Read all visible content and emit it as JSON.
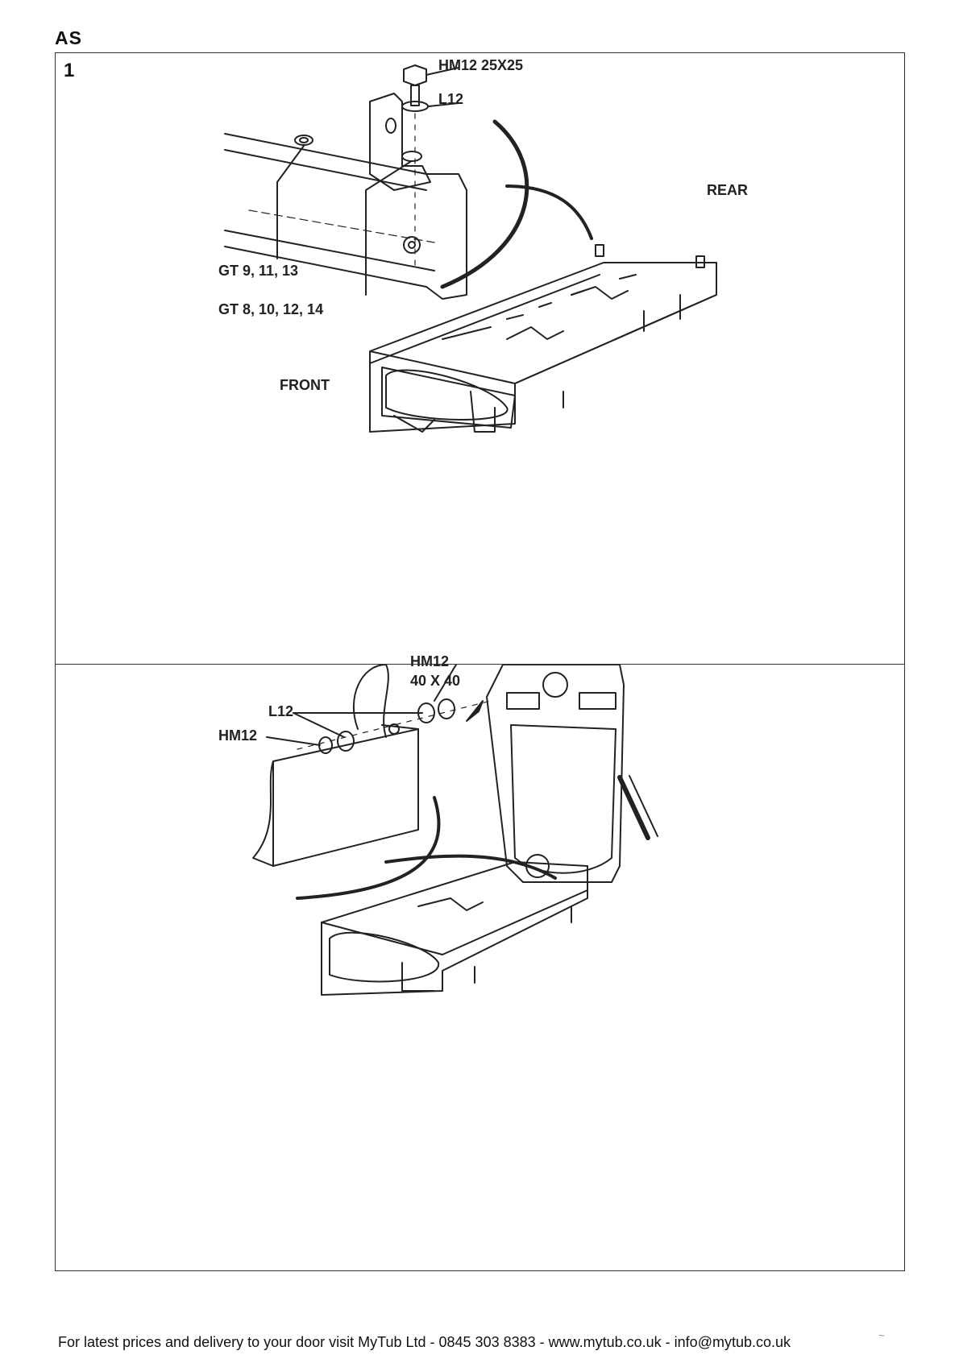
{
  "header": {
    "section_code": "AS"
  },
  "step1": {
    "number": "1",
    "labels": {
      "bolt": "HM12 25X25",
      "washer": "L12",
      "rear": "REAR",
      "gt_odd": "GT 9, 11, 13",
      "gt_even": "GT 8, 10, 12, 14",
      "front": "FRONT"
    }
  },
  "step2": {
    "labels": {
      "bolt_line1": "HM12",
      "bolt_line2": "40 X 40",
      "washer": "L12",
      "nut": "HM12"
    }
  },
  "footer": {
    "text": "For latest prices and delivery to your door visit MyTub Ltd - 0845 303 8383 - www.mytub.co.uk - info@mytub.co.uk"
  }
}
